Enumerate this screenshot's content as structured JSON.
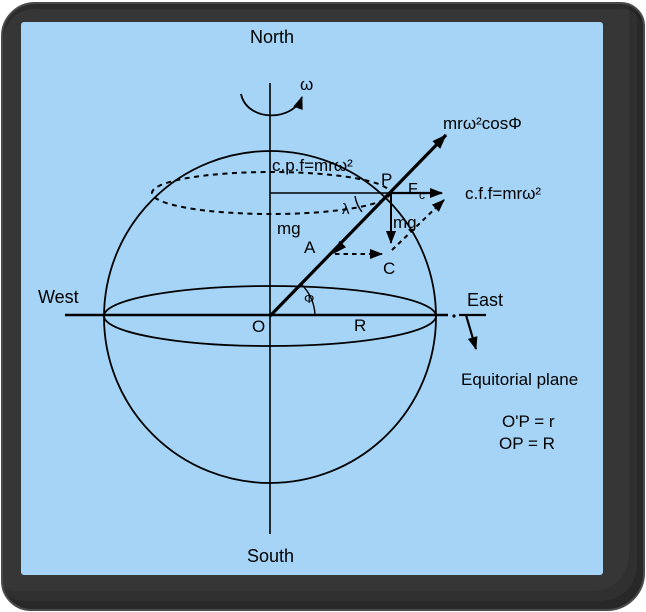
{
  "colors": {
    "panel_bg": "#a5d4f7",
    "frame": "#363636",
    "ink": "#000000"
  },
  "diagram": {
    "cardinal": {
      "north": "North",
      "south": "South",
      "west": "West",
      "east": "East"
    },
    "rotation": {
      "omega": "ω"
    },
    "forces": {
      "cpf": "c.p.f=mrω²",
      "cff": "c.f.f=mrω²",
      "mrw2cos": "mrω²cosΦ",
      "fc_main": "F",
      "fc_sub": "c",
      "mg_radial": "mg",
      "mg_vertical": "mg"
    },
    "points": {
      "p": "P",
      "a": "A",
      "c": "C",
      "o": "O",
      "r": "R"
    },
    "angles": {
      "lambda": "λ",
      "phi": "Φ"
    },
    "notes": {
      "equatorial_plane": "Equitorial plane",
      "line1": "O'P = r",
      "line2": "OP = R"
    }
  }
}
